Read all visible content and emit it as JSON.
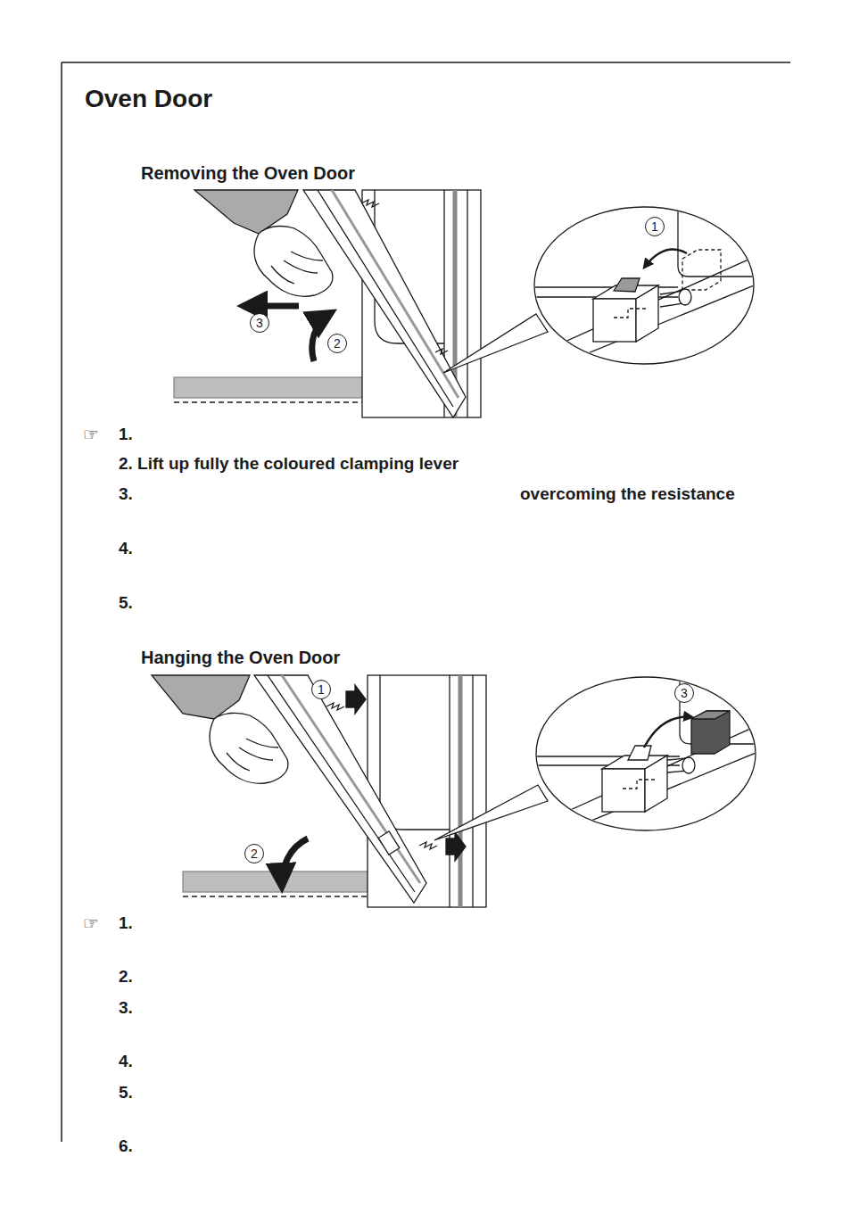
{
  "diagram": {
    "title": "Oven Door",
    "labels": [
      "Removing the Oven Door",
      "1",
      "3",
      "2",
      "☞",
      "1.",
      "2. Lift up fully the coloured clamping lever",
      "3.",
      "overcoming the resistance",
      "4.",
      "5.",
      "Hanging the Oven Door",
      "1",
      "3",
      "2",
      "☞",
      "1.",
      "2.",
      "3.",
      "4.",
      "5.",
      "6."
    ]
  }
}
